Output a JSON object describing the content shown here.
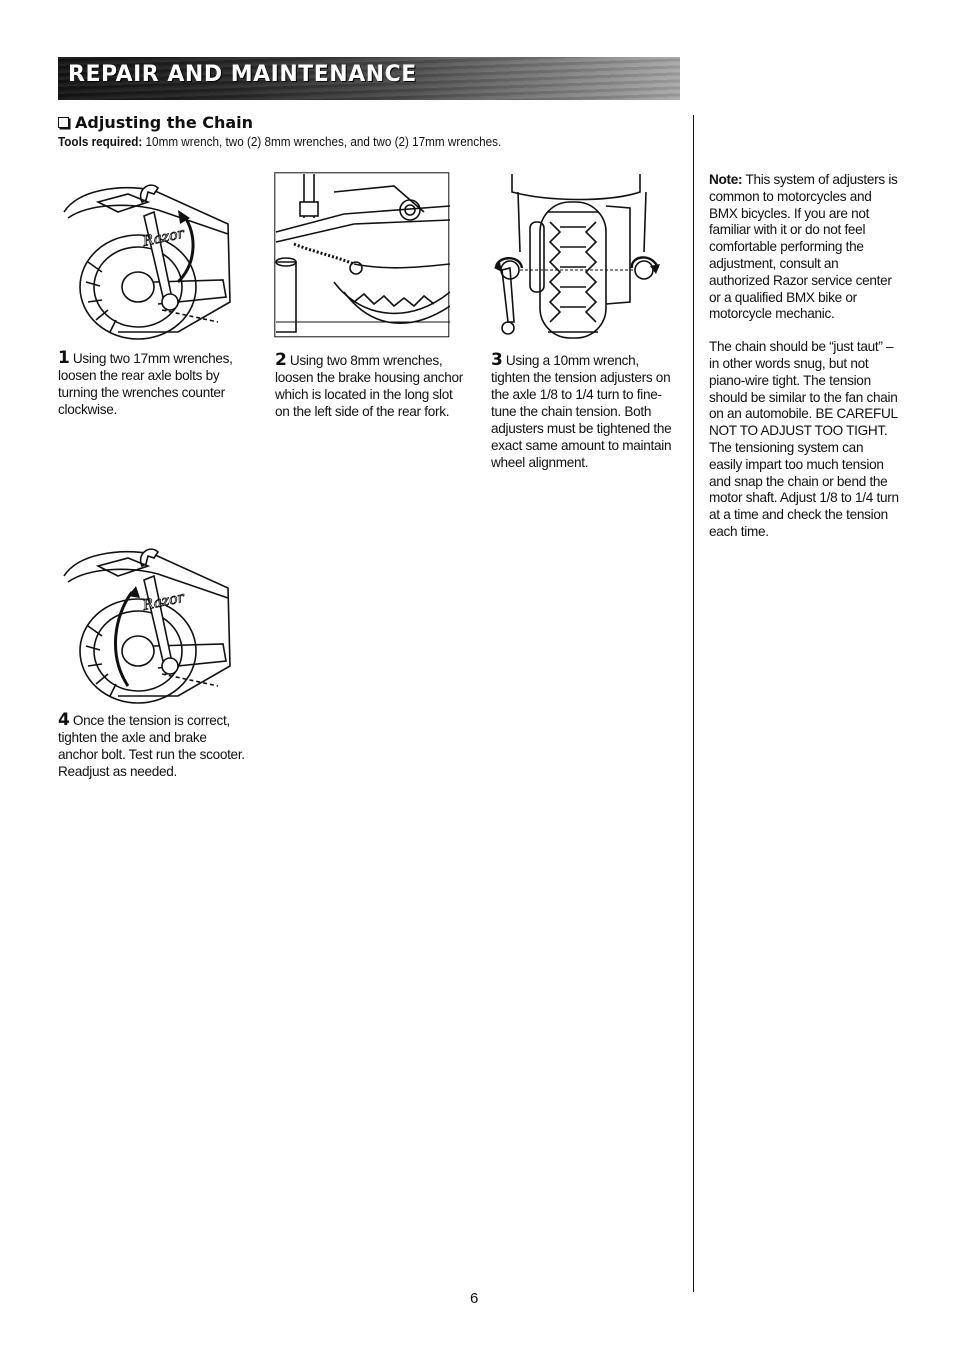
{
  "header": {
    "title": "REPAIR AND MAINTENANCE"
  },
  "section": {
    "heading": "Adjusting the Chain",
    "tools_label": "Tools required:",
    "tools_text": "10mm wrench, two (2) 8mm wrenches, and two (2) 17mm wrenches."
  },
  "steps": [
    {
      "number": "1",
      "text": "Using two 17mm wrenches, loosen the rear axle bolts by turning the wrenches counter clockwise."
    },
    {
      "number": "2",
      "text": "Using two 8mm wrenches, loosen the brake housing anchor which is located in the long slot on the left side of the rear fork."
    },
    {
      "number": "3",
      "text": "Using a 10mm wrench, tighten the tension adjusters on the axle 1/8 to 1/4 turn to fine-tune the chain tension. Both adjusters must be tightened the exact same amount to maintain wheel alignment."
    },
    {
      "number": "4",
      "text": "Once the tension is correct, tighten the axle and brake anchor bolt. Test run the scooter. Readjust as needed."
    }
  ],
  "note": {
    "label": "Note:",
    "text": "This system of adjusters is common to motorcycles and BMX bicycles. If you are not familiar with it or do not feel comfortable performing the adjustment, consult an authorized Razor service center or a qualified BMX bike or motorcycle mechanic.",
    "paragraph2": "The chain should be “just taut” – in other words snug, but not piano-wire tight. The tension should be similar to the fan chain on an automobile. BE CAREFUL NOT TO ADJUST TOO TIGHT. The tensioning system can easily impart too much tension and snap the chain or bend the motor shaft. Adjust 1/8 to 1/4 turn at a time and check the tension each time."
  },
  "figures": {
    "brand_logo": "Razor"
  },
  "footer": {
    "page_number": "6"
  }
}
